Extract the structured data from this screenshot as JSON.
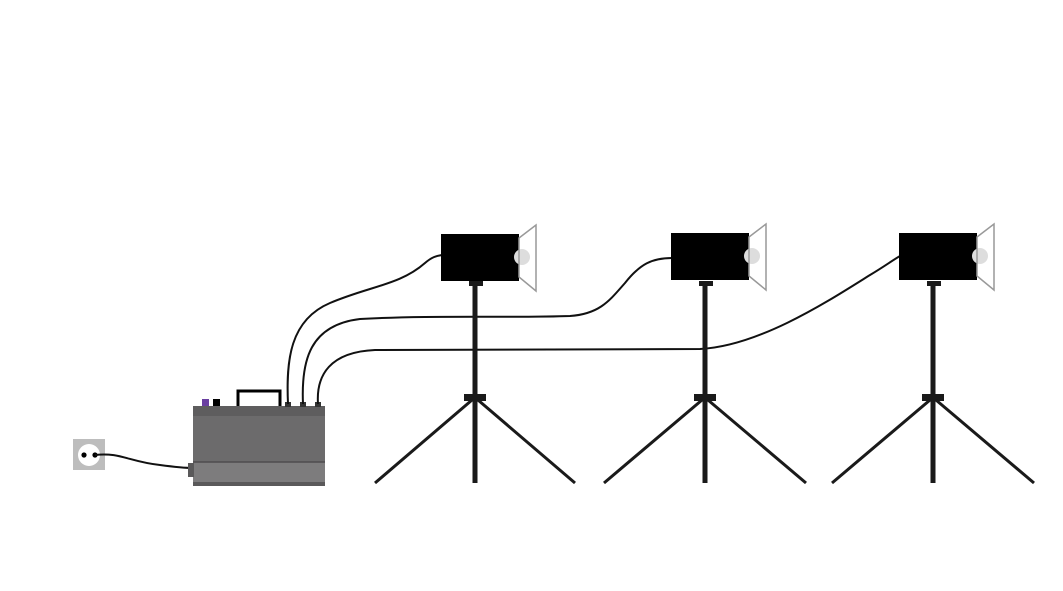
{
  "diagram": {
    "components": {
      "wall_outlet": "wall-outlet-icon",
      "power_pack": "generator-power-pack",
      "flash_heads": [
        "flash-head-1",
        "flash-head-2",
        "flash-head-3"
      ],
      "stands": [
        "light-stand-1",
        "light-stand-2",
        "light-stand-3"
      ]
    },
    "connections": [
      {
        "from": "wall-outlet-icon",
        "to": "generator-power-pack"
      },
      {
        "from": "generator-power-pack",
        "to": "flash-head-1"
      },
      {
        "from": "generator-power-pack",
        "to": "flash-head-2"
      },
      {
        "from": "generator-power-pack",
        "to": "flash-head-3"
      }
    ],
    "colors": {
      "cable": "#111111",
      "stand": "#1a1a1a",
      "flash_head": "#000000",
      "reflector_outline": "#999999",
      "modeling_lamp": "#dddddd",
      "pack_body": "#6c6b6c",
      "pack_lower": "#7d7c7d",
      "pack_indicator": "#6a3fa0",
      "outlet_plate": "#bdbdbd"
    }
  }
}
